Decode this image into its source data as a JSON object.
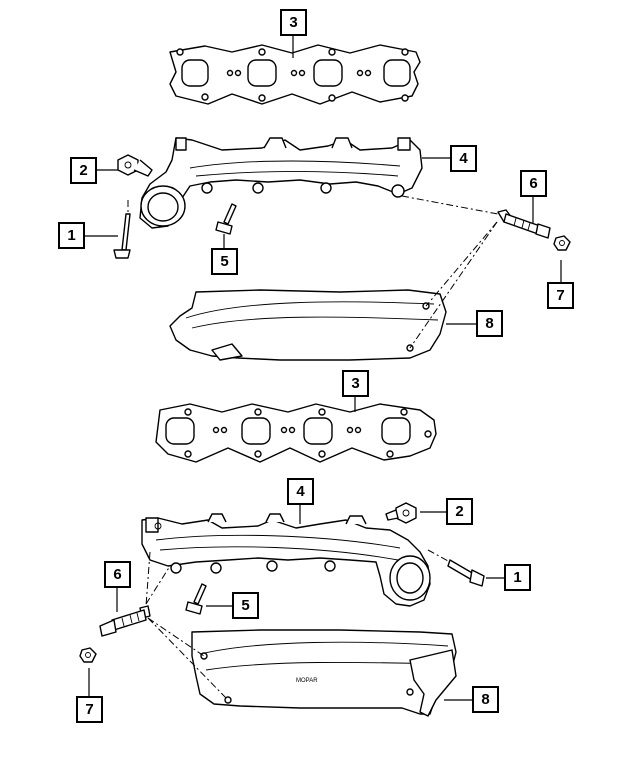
{
  "callouts": {
    "top": {
      "c3": "3",
      "c4": "4",
      "c2": "2",
      "c1": "1",
      "c5": "5",
      "c6": "6",
      "c7": "7",
      "c8": "8"
    },
    "bottom": {
      "c3": "3",
      "c4": "4",
      "c2": "2",
      "c1": "1",
      "c5": "5",
      "c6": "6",
      "c7": "7",
      "c8": "8"
    }
  },
  "shield_stamp": "MOPAR"
}
